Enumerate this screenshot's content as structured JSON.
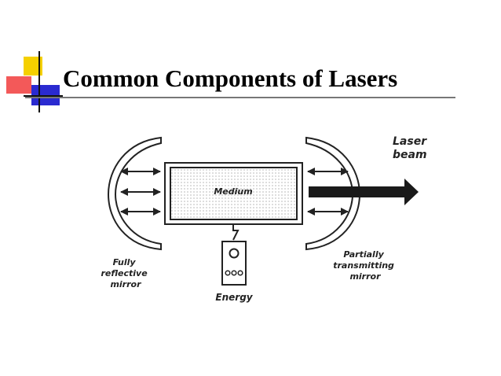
{
  "slide": {
    "title": "Common Components of Lasers"
  },
  "diagram": {
    "medium_label": "Medium",
    "laser_beam_label": [
      "Laser",
      "beam"
    ],
    "fully_reflective_label": [
      "Fully",
      "reflective",
      "mirror"
    ],
    "partially_transmitting_label": [
      "Partially",
      "transmitting",
      "mirror"
    ],
    "energy_label": "Energy"
  },
  "colors": {
    "accent_yellow": "#f5d000",
    "accent_red": "#f03030",
    "accent_blue": "#2a2ad0",
    "ink": "#222222"
  }
}
